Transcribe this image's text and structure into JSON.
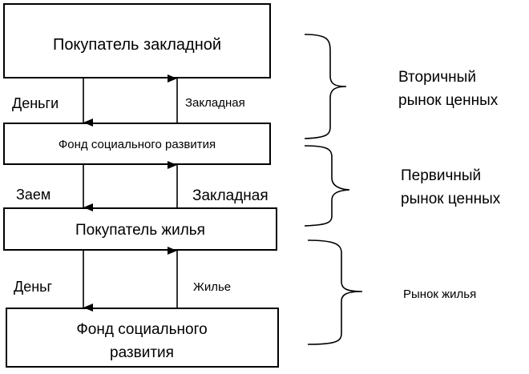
{
  "boxes": {
    "mortgage_buyer": "Покупатель закладной",
    "social_fund_top": "Фонд социального развития",
    "home_buyer": "Покупатель жилья",
    "social_fund_bottom_line1": "Фонд социального",
    "social_fund_bottom_line2": "развития"
  },
  "arrows": {
    "money_1": "Деньги",
    "mortgage_1": "Закладная",
    "loan": "Заем",
    "mortgage_2": "Закладная",
    "money_2": "Деньг",
    "housing": "Жилье"
  },
  "markets": {
    "secondary_line1": "Вторичный",
    "secondary_line2": "рынок ценных",
    "primary_line1": "Первичный",
    "primary_line2": "рынок ценных",
    "housing_market": "Рынок жилья"
  }
}
